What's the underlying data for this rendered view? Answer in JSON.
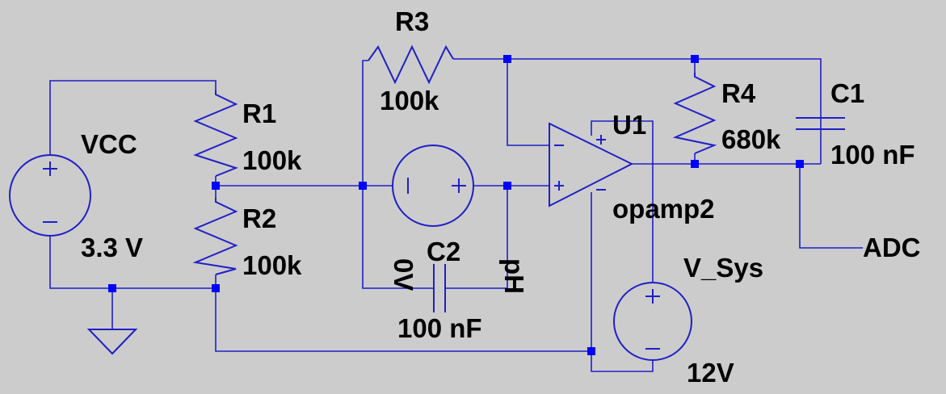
{
  "colors": {
    "background": "#cccccc",
    "wire": "#1f1fc8",
    "junction": "#0000ff",
    "text": "#000000"
  },
  "components": {
    "vcc": {
      "name": "VCC",
      "value": "3.3 V"
    },
    "r1": {
      "name": "R1",
      "value": "100k"
    },
    "r2": {
      "name": "R2",
      "value": "100k"
    },
    "r3": {
      "name": "R3",
      "value": "100k"
    },
    "r4": {
      "name": "R4",
      "value": "680k"
    },
    "c1": {
      "name": "C1",
      "value": "100 nF"
    },
    "c2": {
      "name": "C2",
      "value": "100 nF"
    },
    "u1": {
      "name": "U1",
      "value": "opamp2"
    },
    "v_sys": {
      "name": "V_Sys",
      "value": "12V"
    }
  },
  "nets": {
    "zero_volt": "0V",
    "ph": "pH",
    "adc": "ADC"
  }
}
